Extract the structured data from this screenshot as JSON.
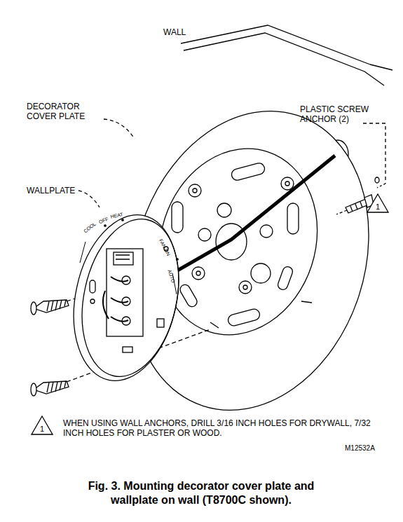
{
  "diagram": {
    "caption": "Fig. 3. Mounting decorator cover plate and wallplate on wall (T8700C shown).",
    "nodes": [
      {
        "text": [
          "1"
        ]
      },
      {
        "text": [
          "1"
        ]
      }
    ],
    "labels": [
      "WALL",
      "DECORATOR COVER PLATE",
      "PLASTIC SCREW ANCHOR (2)",
      "WALLPLATE",
      "COOL",
      "OFF",
      "HEAT",
      "FAN ON",
      "AUTO",
      "WHEN USING WALL ANCHORS, DRILL 3/16 INCH HOLES FOR DRYWALL, 7/32 INCH HOLES FOR PLASTER OR WOOD.",
      "M12532A"
    ]
  }
}
